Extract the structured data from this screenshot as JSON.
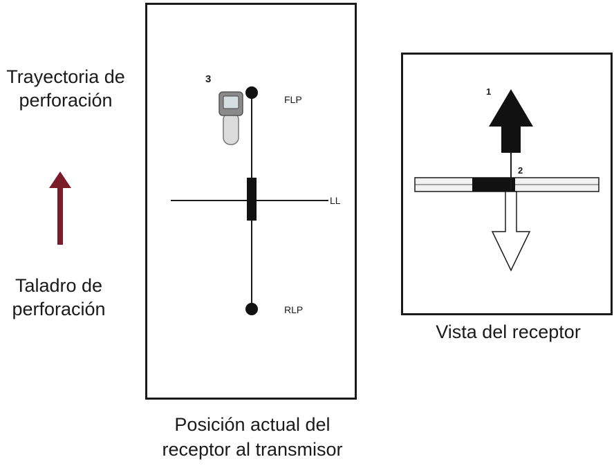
{
  "left_labels": {
    "drilling_path": "Trayectoria de perforación",
    "drilling_rig": "Taladro de perforación"
  },
  "left_panel": {
    "step_number": "3",
    "flp_label": "FLP",
    "ll_label": "LL",
    "rlp_label": "RLP",
    "caption": "Posición actual del receptor al transmisor"
  },
  "right_panel": {
    "label_1": "1",
    "label_2": "2",
    "caption": "Vista del receptor"
  },
  "colors": {
    "arrow": "#7a1c2a",
    "line": "#1a1a1a"
  }
}
